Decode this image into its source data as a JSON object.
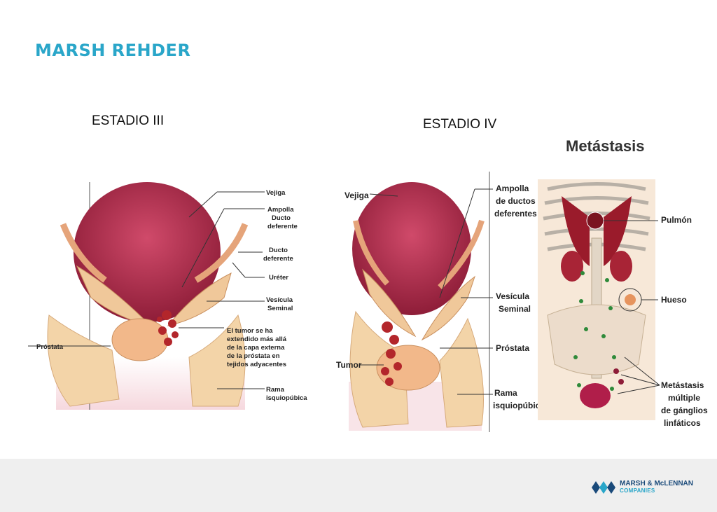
{
  "header": {
    "brand": "MARSH  REHDER"
  },
  "stage3": {
    "title": "ESTADIO III",
    "labels": {
      "vejiga": "Vejiga",
      "ampolla_1": "Ampolla",
      "ampolla_2": "Ducto",
      "ampolla_3": "deferente",
      "ducto_1": "Ducto",
      "ducto_2": "deferente",
      "ureter": "Uréter",
      "vesicula_1": "Vesícula",
      "vesicula_2": "Seminal",
      "tumor_1": "El tumor se ha",
      "tumor_2": "extendido más allá",
      "tumor_3": "de la capa externa",
      "tumor_4": "de la próstata en",
      "tumor_5": "tejidos adyacentes",
      "prostata": "Próstata",
      "rama_1": "Rama",
      "rama_2": "isquiopúbica"
    }
  },
  "stage4": {
    "title": "ESTADIO IV",
    "labels": {
      "vejiga": "Vejiga",
      "ampolla_1": "Ampolla",
      "ampolla_2": "de ductos",
      "ampolla_3": "deferentes",
      "vesicula_1": "Vesícula",
      "vesicula_2": "Seminal",
      "prostata": "Próstata",
      "tumor": "Tumor",
      "rama_1": "Rama",
      "rama_2": "isquiopúbica"
    }
  },
  "metastasis": {
    "title": "Metástasis",
    "labels": {
      "pulmon": "Pulmón",
      "hueso": "Hueso",
      "ganglios_1": "Metástasis",
      "ganglios_2": "múltiple",
      "ganglios_3": "de gánglios",
      "ganglios_4": "linfáticos"
    }
  },
  "footer": {
    "logo_line1": "MARSH & McLENNAN",
    "logo_line2": "COMPANIES"
  },
  "colors": {
    "brand": "#2aa6c9",
    "bladder": "#b02a4a",
    "tissue": "#f0c89a",
    "tumor": "#b3262b"
  }
}
